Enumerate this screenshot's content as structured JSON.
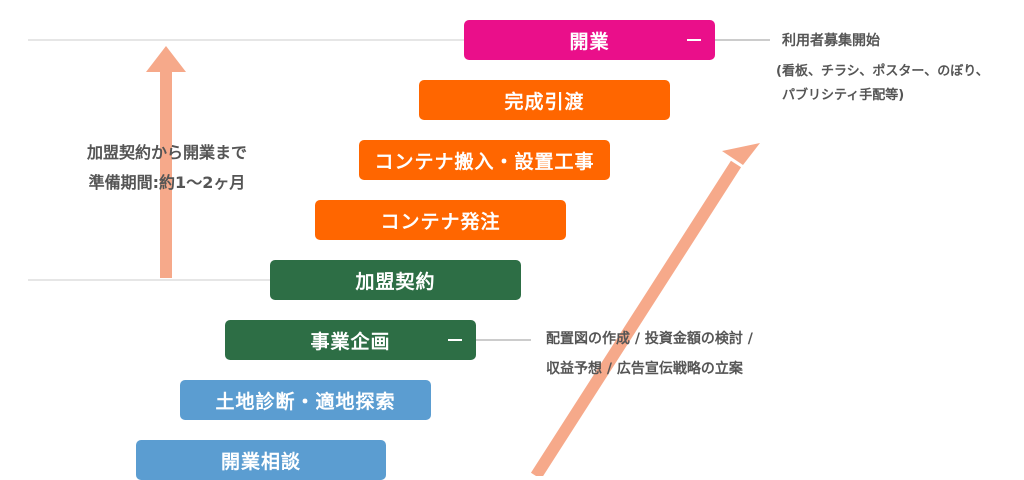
{
  "steps": [
    {
      "label": "開業",
      "color": "#ea0f8a"
    },
    {
      "label": "完成引渡",
      "color": "#ff6600"
    },
    {
      "label": "コンテナ搬入・設置工事",
      "color": "#ff6600"
    },
    {
      "label": "コンテナ発注",
      "color": "#ff6600"
    },
    {
      "label": "加盟契約",
      "color": "#2d6e45"
    },
    {
      "label": "事業企画",
      "color": "#2d6e45"
    },
    {
      "label": "土地診断・適地探索",
      "color": "#5b9dd1"
    },
    {
      "label": "開業相談",
      "color": "#5b9dd1"
    }
  ],
  "notes": {
    "opening": {
      "line1": "利用者募集開始",
      "line2": "(看板、チラシ、ポスター、のぼり、",
      "line3": "パブリシティ手配等)"
    },
    "planning": {
      "line1": "配置図の作成 / 投資金額の検討 /",
      "line2": "収益予想 / 広告宣伝戦略の立案"
    }
  },
  "period_label": {
    "line1": "加盟契約から開業まで",
    "line2": "準備期間:約1〜2ヶ月"
  },
  "colors": {
    "arrow": "#f6a98a",
    "pink": "#ea0f8a",
    "orange": "#ff6600",
    "green": "#2d6e45",
    "blue": "#5b9dd1"
  }
}
